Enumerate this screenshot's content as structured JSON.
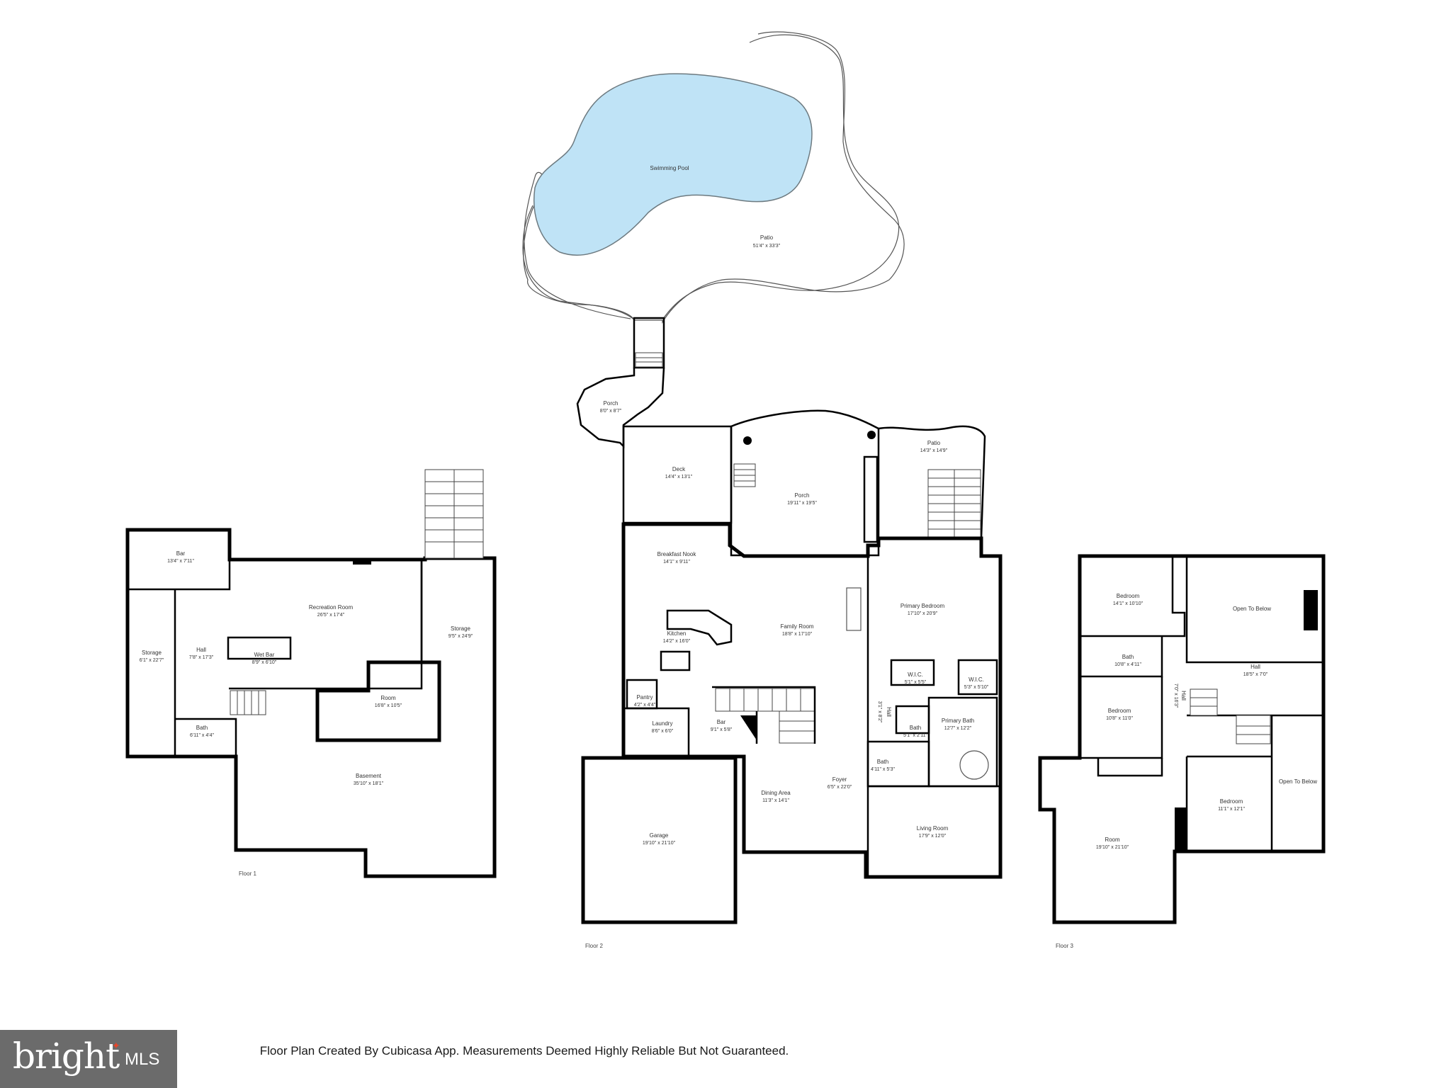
{
  "rooms": {
    "pool": {
      "name": "Swimming Pool"
    },
    "patio_top": {
      "name": "Patio",
      "size": "51'4\" x 33'3\""
    },
    "porch_small": {
      "name": "Porch",
      "size": "8'0\" x 8'7\""
    },
    "deck": {
      "name": "Deck",
      "size": "14'4\" x 13'1\""
    },
    "porch_big": {
      "name": "Porch",
      "size": "19'11\" x 19'5\""
    },
    "patio_right": {
      "name": "Patio",
      "size": "14'3\" x 14'9\""
    },
    "f1_bar": {
      "name": "Bar",
      "size": "13'4\" x 7'11\""
    },
    "f1_rec": {
      "name": "Recreation Room",
      "size": "26'5\" x 17'4\""
    },
    "f1_storage_left": {
      "name": "Storage",
      "size": "6'1\" x 22'7\""
    },
    "f1_hall": {
      "name": "Hall",
      "size": "7'8\" x 17'3\""
    },
    "f1_wetbar": {
      "name": "Wet Bar",
      "size": "8'9\" x 6'10\""
    },
    "f1_storage_right": {
      "name": "Storage",
      "size": "9'5\" x 24'9\""
    },
    "f1_room": {
      "name": "Room",
      "size": "16'8\" x 10'5\""
    },
    "f1_bath": {
      "name": "Bath",
      "size": "6'11\" x 4'4\""
    },
    "f1_basement": {
      "name": "Basement",
      "size": "35'10\" x 18'1\""
    },
    "f2_nook": {
      "name": "Breakfast Nook",
      "size": "14'1\" x 9'11\""
    },
    "f2_kitchen": {
      "name": "Kitchen",
      "size": "14'2\" x 16'0\""
    },
    "f2_family": {
      "name": "Family Room",
      "size": "18'8\" x 17'10\""
    },
    "f2_pantry": {
      "name": "Pantry",
      "size": "4'2\" x 4'4\""
    },
    "f2_laundry": {
      "name": "Laundry",
      "size": "8'6\" x 6'0\""
    },
    "f2_bar": {
      "name": "Bar",
      "size": "9'1\" x 5'8\""
    },
    "f2_primary_bed": {
      "name": "Primary Bedroom",
      "size": "17'10\" x 20'9\""
    },
    "f2_wic1": {
      "name": "W.I.C.",
      "size": "5'1\" x 5'5\""
    },
    "f2_wic2": {
      "name": "W.I.C.",
      "size": "5'3\" x 5'10\""
    },
    "f2_hall": {
      "name": "Hall",
      "size": "3'1\" x 8'2\""
    },
    "f2_bath_small": {
      "name": "Bath",
      "size": "5'1\" x 2'11\""
    },
    "f2_primary_bath": {
      "name": "Primary Bath",
      "size": "12'7\" x 12'2\""
    },
    "f2_bath": {
      "name": "Bath",
      "size": "4'11\" x 5'3\""
    },
    "f2_foyer": {
      "name": "Foyer",
      "size": "6'5\" x 22'0\""
    },
    "f2_dining": {
      "name": "Dining Area",
      "size": "11'3\" x 14'1\""
    },
    "f2_garage": {
      "name": "Garage",
      "size": "19'10\" x 21'10\""
    },
    "f2_living": {
      "name": "Living Room",
      "size": "17'9\" x 12'0\""
    },
    "f3_bed1": {
      "name": "Bedroom",
      "size": "14'1\" x 10'10\""
    },
    "f3_open1": {
      "name": "Open To Below"
    },
    "f3_bath": {
      "name": "Bath",
      "size": "10'8\" x 4'11\""
    },
    "f3_hall": {
      "name": "Hall",
      "size": "18'5\" x 7'0\""
    },
    "f3_hall2": {
      "name": "Hall",
      "size": "7'0\" x 16'3\""
    },
    "f3_bed2": {
      "name": "Bedroom",
      "size": "10'8\" x 11'0\""
    },
    "f3_open2": {
      "name": "Open To Below"
    },
    "f3_bed3": {
      "name": "Bedroom",
      "size": "11'1\" x 12'1\""
    },
    "f3_room": {
      "name": "Room",
      "size": "19'10\" x 21'10\""
    }
  },
  "floors": {
    "floor1": "Floor 1",
    "floor2": "Floor 2",
    "floor3": "Floor 3"
  },
  "footer": {
    "note": "Floor Plan Created By Cubicasa App. Measurements Deemed Highly Reliable But Not Guaranteed."
  },
  "logo": {
    "text": "bright",
    "suffix": "MLS"
  },
  "colors": {
    "pool": "#bfe3f6",
    "wall": "#000000",
    "logo_bg": "#6b6b6b",
    "logo_accent": "#e8452a"
  }
}
